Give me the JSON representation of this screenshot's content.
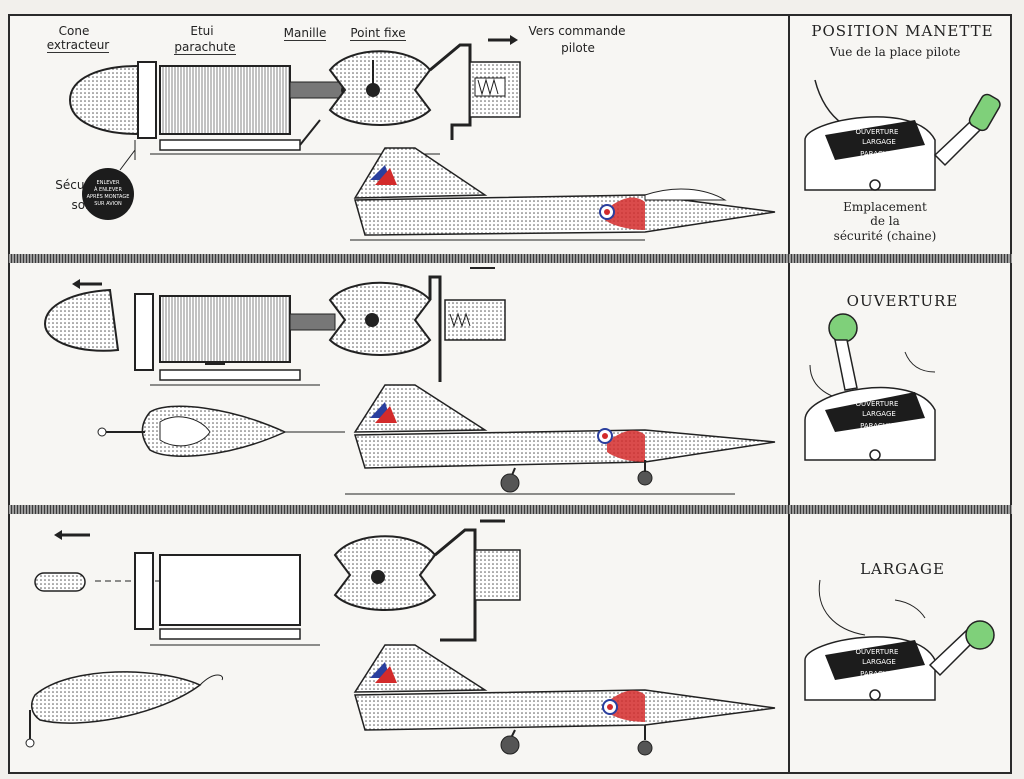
{
  "panel1": {
    "labels": {
      "cone": "Cone",
      "extracteur": "extracteur",
      "etui": "Etui",
      "parachute": "parachute",
      "manille": "Manille",
      "point_fixe": "Point fixe",
      "vers_commande": "Vers commande",
      "pilote": "pilote",
      "securite": "Sécurité",
      "sol": "sol",
      "tag": [
        "ENLEVER",
        "À ENLEVER",
        "APRÈS MONTAGE",
        "SUR AVION"
      ]
    },
    "right": {
      "title": "POSITION MANETTE",
      "subtitle": "Vue de la place pilote",
      "note": [
        "Emplacement",
        "de la",
        "sécurité (chaine)"
      ]
    }
  },
  "panel2": {
    "right_title": "OUVERTURE"
  },
  "panel3": {
    "right_title": "LARGAGE"
  },
  "lever_plate": {
    "line1": "OUVERTURE",
    "line2": "LARGAGE",
    "line3": "PARACHUTE"
  },
  "colors": {
    "knob": "#7fd07a",
    "flag_blue": "#2b3f9e",
    "flag_red": "#d32b2b",
    "ink": "#222222"
  }
}
